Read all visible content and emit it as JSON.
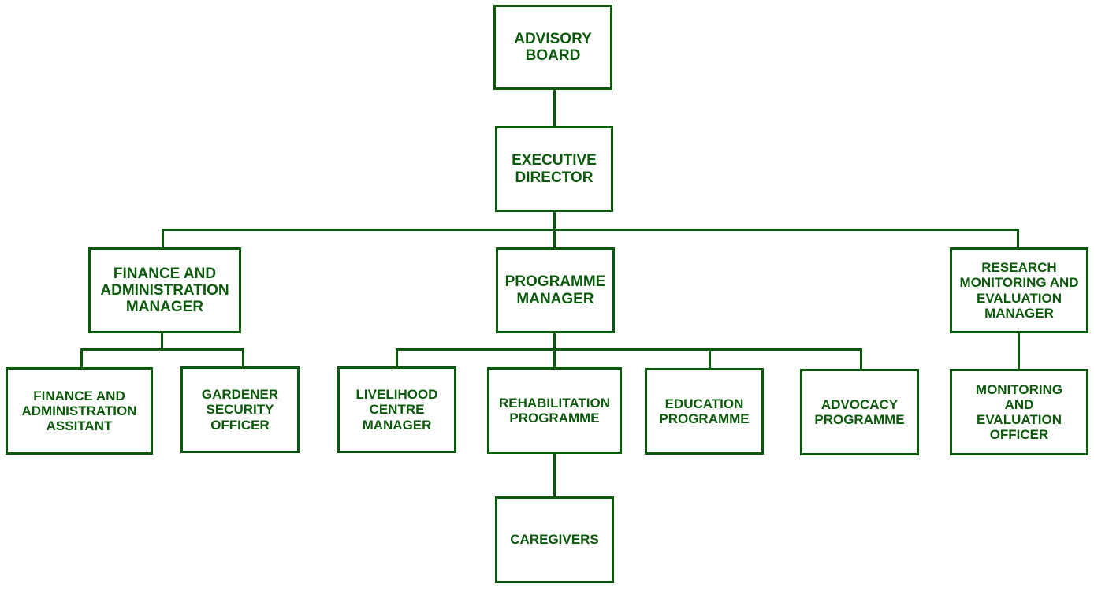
{
  "org_chart": {
    "nodes": {
      "advisory_board": "ADVISORY\nBOARD",
      "executive_director": "EXECUTIVE\nDIRECTOR",
      "finance_admin_manager": "FINANCE AND\nADMINISTRATION\nMANAGER",
      "programme_manager": "PROGRAMME\nMANAGER",
      "research_me_manager": "RESEARCH\nMONITORING AND\nEVALUATION\nMANAGER",
      "finance_admin_assistant": "FINANCE AND\nADMINISTRATION\nASSITANT",
      "gardener_security_officer": "GARDENER\nSECURITY\nOFFICER",
      "livelihood_centre_manager": "LIVELIHOOD\nCENTRE\nMANAGER",
      "rehabilitation_programme": "REHABILITATION\nPROGRAMME",
      "education_programme": "EDUCATION\nPROGRAMME",
      "advocacy_programme": "ADVOCACY\nPROGRAMME",
      "monitoring_evaluation_officer": "MONITORING\nAND\nEVALUATION\nOFFICER",
      "caregivers": "CAREGIVERS"
    },
    "colors": {
      "stroke": "#0b5a0b",
      "text": "#0b5a0b",
      "background": "#ffffff"
    }
  }
}
